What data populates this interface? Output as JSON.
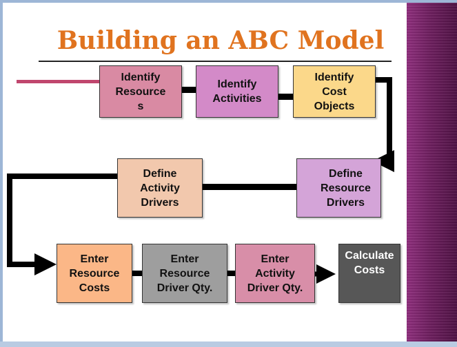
{
  "title": "Building an ABC Model",
  "boxes": {
    "identify_resources": "Identify\nResource\ns",
    "identify_activities": "Identify\nActivities",
    "identify_cost_objects": "Identify\nCost\nObjects",
    "define_resource_drivers": "Define\nResource\nDrivers",
    "define_activity_drivers": "Define\nActivity\nDrivers",
    "enter_resource_costs": "Enter\nResource\nCosts",
    "enter_resource_driver_qty": "Enter\nResource\nDriver Qty.",
    "enter_activity_driver_qty": "Enter\nActivity\nDriver Qty.",
    "calculate_costs": "Calculate\nCosts"
  },
  "colors": {
    "title": "#e0731f",
    "accent_line": "#c0466e",
    "side_band": "#6e1f5f",
    "connector": "#000000"
  }
}
